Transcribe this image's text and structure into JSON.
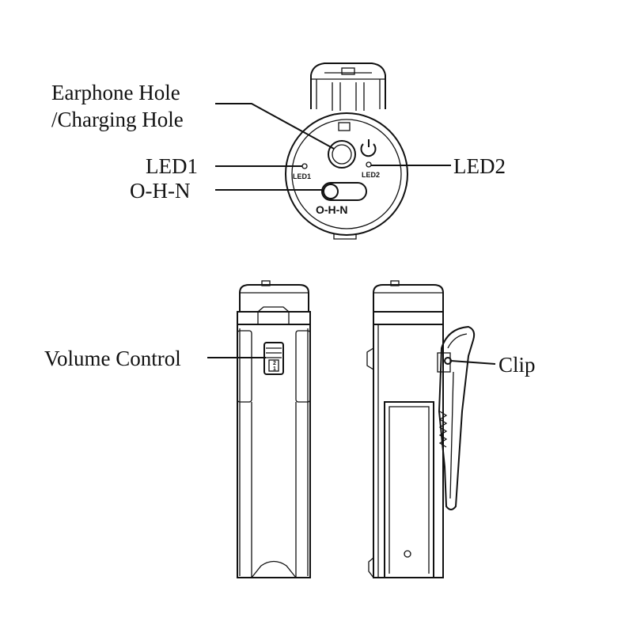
{
  "labels": {
    "earphone_hole_line1": "Earphone Hole",
    "earphone_hole_line2": "/Charging Hole",
    "led1": "LED1",
    "led2": "LED2",
    "ohn": "O-H-N",
    "volume_control": "Volume Control",
    "clip": "Clip"
  },
  "device_markings": {
    "led1": "LED1",
    "led2": "LED2",
    "ohn": "O-H-N",
    "dial_1": "1",
    "dial_2": "2"
  },
  "colors": {
    "line": "#111111",
    "background": "#ffffff"
  }
}
